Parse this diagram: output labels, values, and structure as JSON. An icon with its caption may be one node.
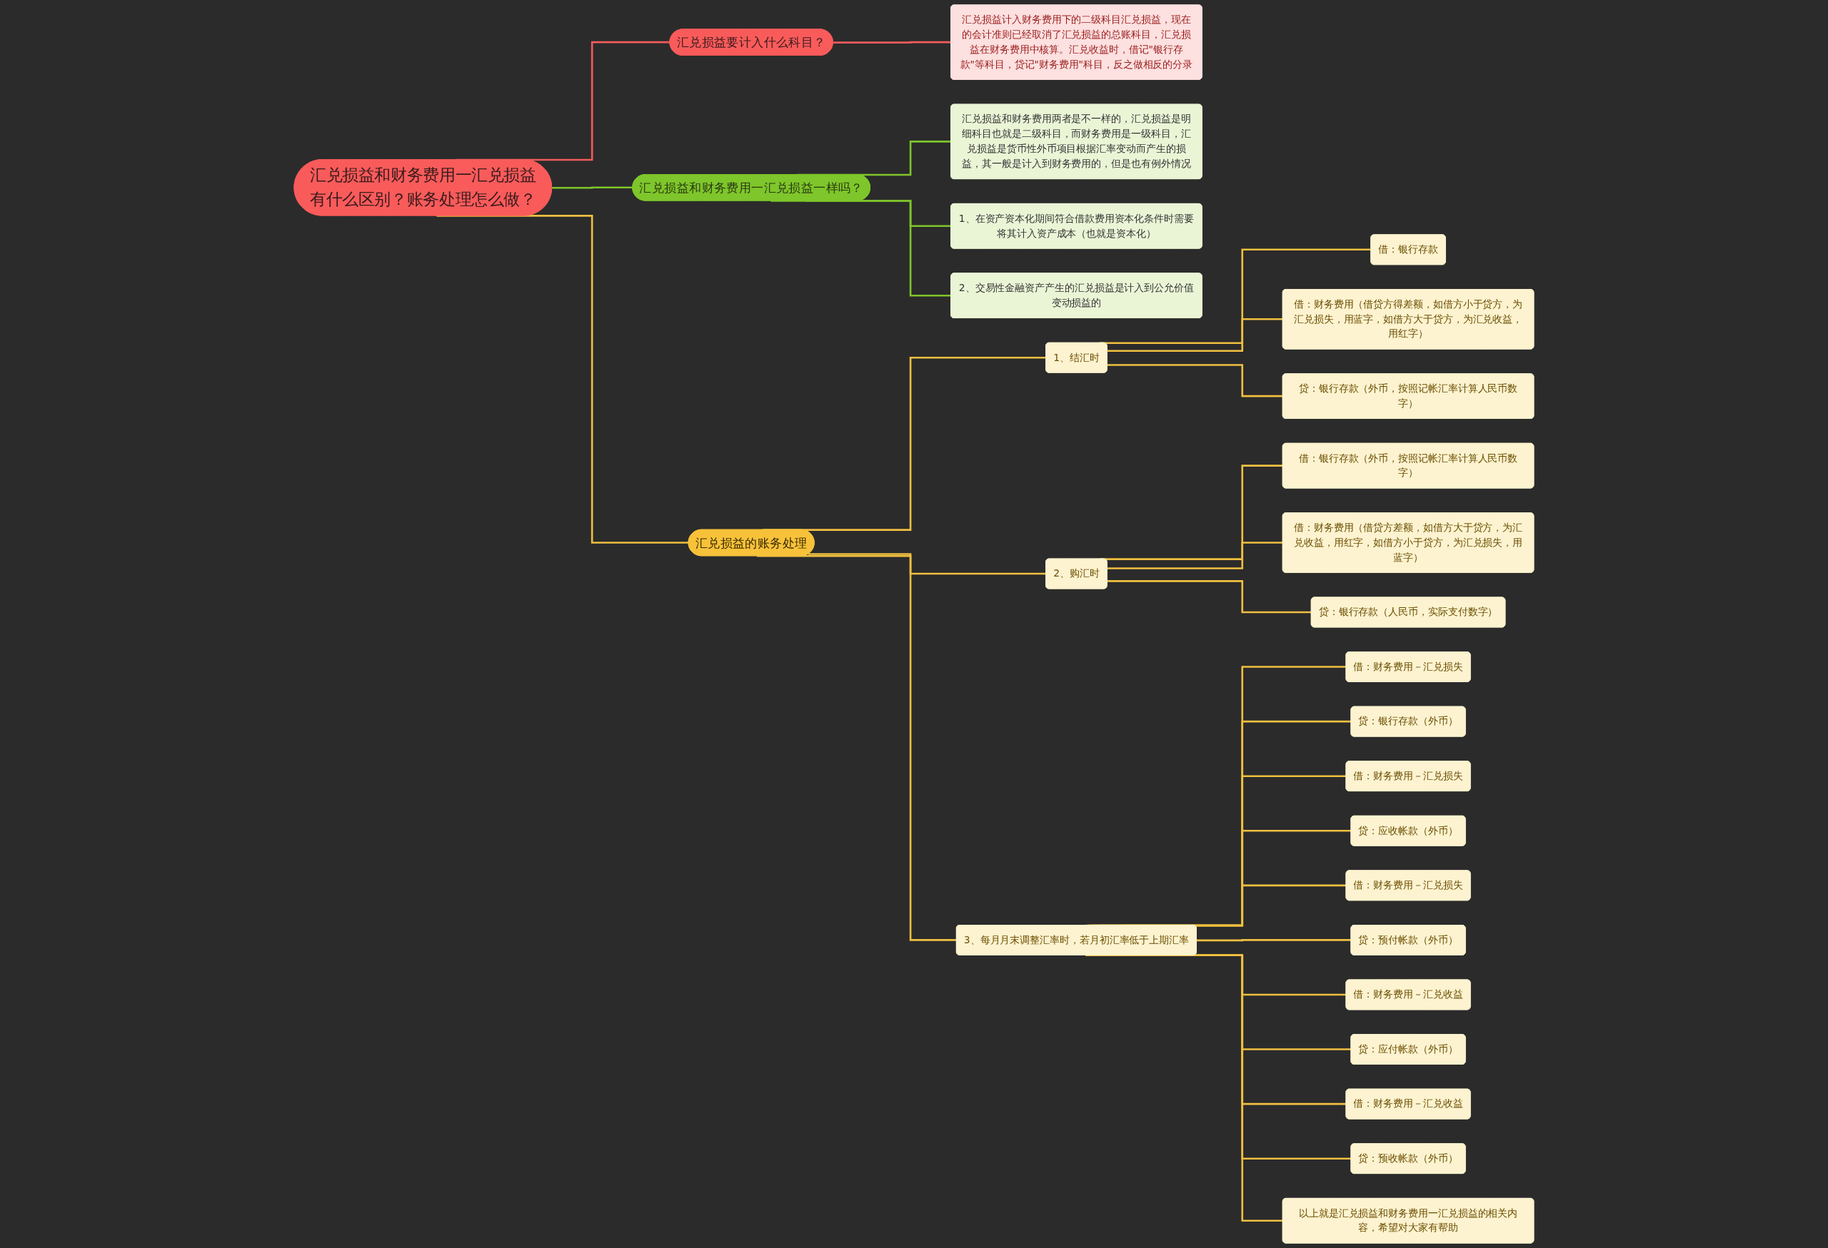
{
  "diagram": {
    "nodes": [
      {
        "text": [
          "汇兑损益和财务费用一汇兑损益有什么区别？账务处理怎么做？"
        ]
      },
      {
        "text": [
          "汇兑损益和财务费用一汇兑损益一样吗？"
        ]
      },
      {
        "text": [
          "汇兑损益和财务费用两者是不一样的，汇兑损益是明细科目也就是二级科目，而财务费用是一级科目，汇兑损益是货币性外币项目根据汇率变动而产生的损益，其一般是计入到财务费用的，但是也有例外情况"
        ]
      },
      {
        "text": [
          "1、在资产资本化期间符合借款费用资本化条件时需要将其计入资产成本（也就是资本化）"
        ]
      },
      {
        "text": [
          "2、交易性金融资产产生的汇兑损益是计入到公允价值变动损益的"
        ]
      },
      {
        "text": [
          "汇兑损益要计入什么科目？"
        ]
      },
      {
        "text": [
          "汇兑损益计入财务费用下的二级科目汇兑损益，现在的会计准则已经取消了汇兑损益的总账科目，汇兑损益在财务费用中核算。汇兑收益时，借记\"银行存款\"等科目，贷记\"财务费用\"科目，反之做相反的分录"
        ]
      },
      {
        "text": [
          "汇兑损益的账务处理"
        ]
      },
      {
        "text": [
          "1、结汇时"
        ]
      },
      {
        "text": [
          "借：银行存款"
        ]
      },
      {
        "text": [
          "借：财务费用（借贷方得差额，如借方小于贷方，为汇兑损失，用蓝字，如借方大于贷方，为汇兑收益，用红字）"
        ]
      },
      {
        "text": [
          "贷：银行存款（外币，按照记帐汇率计算人民币数字）"
        ]
      },
      {
        "text": [
          "2、购汇时"
        ]
      },
      {
        "text": [
          "借：银行存款（外币，按照记帐汇率计算人民币数字）"
        ]
      },
      {
        "text": [
          "借：财务费用（借贷方差额，如借方大于贷方，为汇兑收益，用红字，如借方小于贷方，为汇兑损失，用蓝字）"
        ]
      },
      {
        "text": [
          "贷：银行存款（人民币，实际支付数字）"
        ]
      },
      {
        "text": [
          "3、每月月末调整汇率时，若月初汇率低于上期汇率"
        ]
      },
      {
        "text": [
          "借：财务费用－汇兑损失"
        ]
      },
      {
        "text": [
          "贷：银行存款（外币）"
        ]
      },
      {
        "text": [
          "借：财务费用－汇兑损失"
        ]
      },
      {
        "text": [
          "贷：应收帐款（外币）"
        ]
      },
      {
        "text": [
          "借：财务费用－汇兑损失"
        ]
      },
      {
        "text": [
          "贷：预付帐款（外币）"
        ]
      },
      {
        "text": [
          "借：财务费用－汇兑收益"
        ]
      },
      {
        "text": [
          "贷：应付帐款（外币）"
        ]
      },
      {
        "text": [
          "借：财务费用－汇兑收益"
        ]
      },
      {
        "text": [
          "贷：预收帐款（外币）"
        ]
      },
      {
        "text": [
          "以上就是汇兑损益和财务费用一汇兑损益的相关内容，希望对大家有帮助"
        ]
      }
    ],
    "edges": [
      {
        "from": 0,
        "to": 1,
        "arrow": "none",
        "color": "#7ec62b"
      },
      {
        "from": 1,
        "to": 2,
        "arrow": "none",
        "color": "#7ec62b"
      },
      {
        "from": 1,
        "to": 3,
        "arrow": "none",
        "color": "#7ec62b"
      },
      {
        "from": 1,
        "to": 4,
        "arrow": "none",
        "color": "#7ec62b"
      },
      {
        "from": 0,
        "to": 5,
        "arrow": "none",
        "color": "#f25c5c"
      },
      {
        "from": 5,
        "to": 6,
        "arrow": "none",
        "color": "#f25c5c"
      },
      {
        "from": 0,
        "to": 7,
        "arrow": "none"
      },
      {
        "from": 7,
        "to": 8,
        "arrow": "none"
      },
      {
        "from": 8,
        "to": 9,
        "arrow": "none"
      },
      {
        "from": 8,
        "to": 10,
        "arrow": "none"
      },
      {
        "from": 8,
        "to": 11,
        "arrow": "none"
      },
      {
        "from": 7,
        "to": 12,
        "arrow": "none"
      },
      {
        "from": 12,
        "to": 13,
        "arrow": "none"
      },
      {
        "from": 12,
        "to": 14,
        "arrow": "none"
      },
      {
        "from": 12,
        "to": 15,
        "arrow": "none"
      },
      {
        "from": 7,
        "to": 16,
        "arrow": "none"
      },
      {
        "from": 16,
        "to": 17,
        "arrow": "none"
      },
      {
        "from": 16,
        "to": 18,
        "arrow": "none"
      },
      {
        "from": 16,
        "to": 19,
        "arrow": "none"
      },
      {
        "from": 16,
        "to": 20,
        "arrow": "none"
      },
      {
        "from": 16,
        "to": 21,
        "arrow": "none"
      },
      {
        "from": 16,
        "to": 22,
        "arrow": "none"
      },
      {
        "from": 16,
        "to": 23,
        "arrow": "none"
      },
      {
        "from": 16,
        "to": 24,
        "arrow": "none"
      },
      {
        "from": 16,
        "to": 25,
        "arrow": "none"
      },
      {
        "from": 16,
        "to": 26,
        "arrow": "none"
      },
      {
        "from": 16,
        "to": 27,
        "arrow": "none"
      }
    ]
  }
}
